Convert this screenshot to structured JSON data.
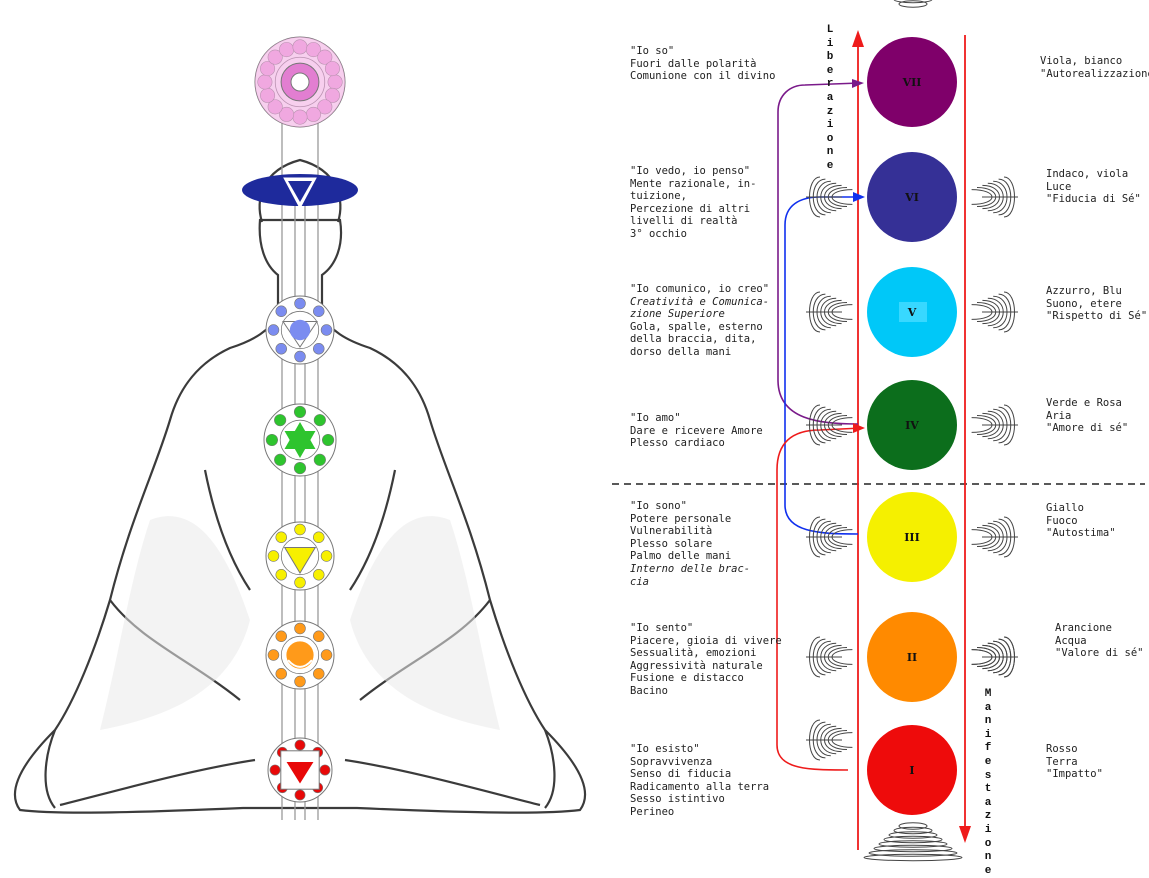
{
  "axis_labels": {
    "up": "Liberazione",
    "down": "Manifestazione"
  },
  "chakras": [
    {
      "numeral": "VII",
      "color": "#7f006a",
      "left": [
        {
          "t": "\"Io so\""
        },
        {
          "t": "Fuori dalle polarità"
        },
        {
          "t": "Comunione con il divino"
        }
      ],
      "right": [
        {
          "t": "Viola, bianco"
        },
        {
          "t": "\"Autorealizzazione\""
        }
      ]
    },
    {
      "numeral": "VI",
      "color": "#353096",
      "left": [
        {
          "t": "\"Io vedo, io penso\""
        },
        {
          "t": "Mente razionale, in-"
        },
        {
          "t": "tuizione,"
        },
        {
          "t": "Percezione di altri"
        },
        {
          "t": "livelli di realtà"
        },
        {
          "t": "3° occhio"
        }
      ],
      "right": [
        {
          "t": "Indaco, viola"
        },
        {
          "t": "Luce"
        },
        {
          "t": "\"Fiducia di Sé\""
        }
      ]
    },
    {
      "numeral": "V",
      "color": "#00c8f8",
      "left": [
        {
          "t": "\"Io comunico, io creo\""
        },
        {
          "t": "Creatività e Comunica-",
          "i": true
        },
        {
          "t": "zione Superiore",
          "i": true
        },
        {
          "t": "Gola, spalle, esterno"
        },
        {
          "t": "della braccia, dita,"
        },
        {
          "t": "dorso della mani"
        }
      ],
      "right": [
        {
          "t": "Azzurro, Blu"
        },
        {
          "t": "Suono, etere"
        },
        {
          "t": "\"Rispetto di Sé\""
        }
      ]
    },
    {
      "numeral": "IV",
      "color": "#0c6e1c",
      "left": [
        {
          "t": "\"Io amo\""
        },
        {
          "t": "Dare e ricevere Amore"
        },
        {
          "t": "Plesso cardiaco"
        }
      ],
      "right": [
        {
          "t": "Verde e Rosa"
        },
        {
          "t": "Aria"
        },
        {
          "t": "\"Amore di sé\""
        }
      ]
    },
    {
      "numeral": "III",
      "color": "#f5f000",
      "left": [
        {
          "t": "\"Io sono\""
        },
        {
          "t": "Potere personale"
        },
        {
          "t": "Vulnerabilità"
        },
        {
          "t": "Plesso solare"
        },
        {
          "t": "Palmo delle mani"
        },
        {
          "t": "Interno delle brac-",
          "i": true
        },
        {
          "t": "cia",
          "i": true
        }
      ],
      "right": [
        {
          "t": "Giallo"
        },
        {
          "t": "Fuoco"
        },
        {
          "t": "\"Autostima\""
        }
      ]
    },
    {
      "numeral": "II",
      "color": "#ff8a00",
      "left": [
        {
          "t": "\"Io sento\""
        },
        {
          "t": "Piacere, gioia di vivere"
        },
        {
          "t": "Sessualità, emozioni"
        },
        {
          "t": "Aggressività naturale"
        },
        {
          "t": "Fusione e distacco"
        },
        {
          "t": "Bacino"
        }
      ],
      "right": [
        {
          "t": "Arancione"
        },
        {
          "t": "Acqua"
        },
        {
          "t": "\"Valore di sé\""
        }
      ]
    },
    {
      "numeral": "I",
      "color": "#ee0b0b",
      "left": [
        {
          "t": "\"Io esisto\""
        },
        {
          "t": "Sopravvivenza"
        },
        {
          "t": "Senso di fiducia"
        },
        {
          "t": "Radicamento alla terra"
        },
        {
          "t": "Sesso istintivo"
        },
        {
          "t": "Perineo"
        }
      ],
      "right": [
        {
          "t": "Rosso"
        },
        {
          "t": "Terra"
        },
        {
          "t": "\"Impatto\""
        }
      ]
    }
  ],
  "figure_chakra_colors": [
    "#f0a8e0",
    "#1e2a9c",
    "#7b8cf0",
    "#2ec42e",
    "#f7f000",
    "#ff9a1a",
    "#e80808"
  ]
}
